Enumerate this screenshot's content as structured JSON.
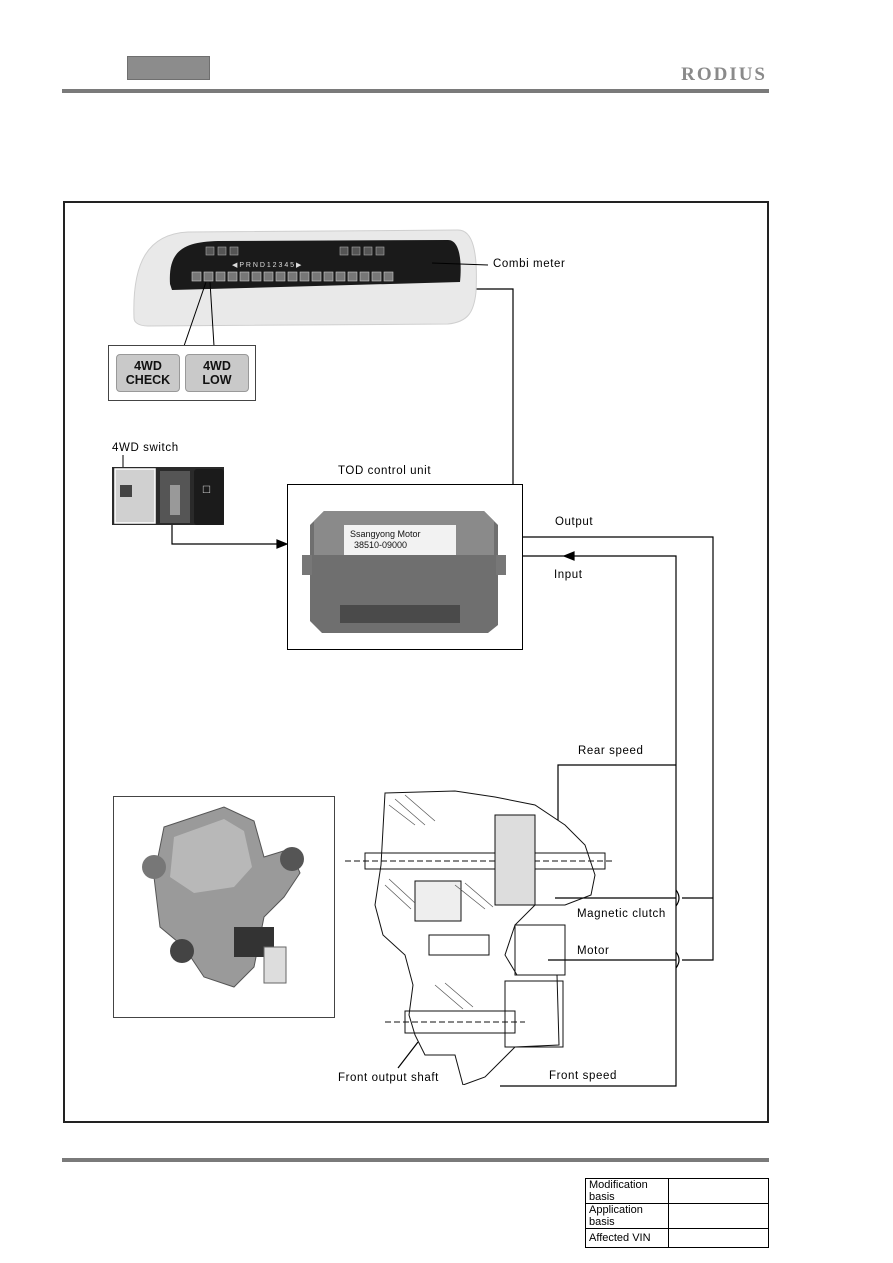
{
  "header": {
    "brand": "RODIUS"
  },
  "diagram": {
    "combi_meter": "Combi meter",
    "indicators": {
      "check": "4WD\nCHECK",
      "low": "4WD\nLOW"
    },
    "tod_unit": "TOD  control unit",
    "switch": "4WD  switch",
    "output": "Output",
    "input": "Input",
    "rear_speed": "Rear  speed",
    "magnetic_clutch": "Magnetic  clutch",
    "motor": "Motor",
    "front_output_shaft": "Front  output shaft",
    "front_speed": "Front  speed",
    "ecu_text": [
      "Ssangyong Motor",
      "38510-09000"
    ]
  },
  "footer": {
    "rows": [
      {
        "label": "Modification basis",
        "value": ""
      },
      {
        "label": "Application basis",
        "value": ""
      },
      {
        "label": "Affected VIN",
        "value": ""
      }
    ]
  }
}
